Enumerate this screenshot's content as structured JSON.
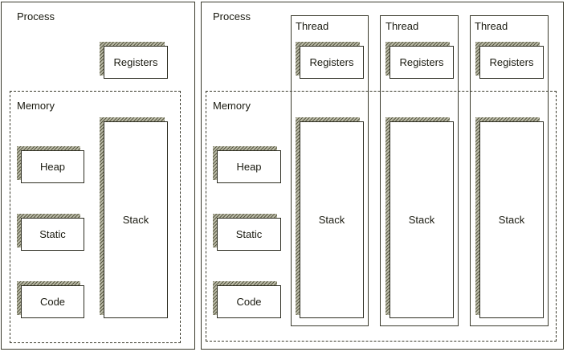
{
  "left": {
    "process_label": "Process",
    "registers": "Registers",
    "memory_label": "Memory",
    "heap": "Heap",
    "static": "Static",
    "code": "Code",
    "stack": "Stack"
  },
  "right": {
    "process_label": "Process",
    "memory_label": "Memory",
    "heap": "Heap",
    "static": "Static",
    "code": "Code",
    "threads": [
      {
        "label": "Thread",
        "registers": "Registers",
        "stack": "Stack"
      },
      {
        "label": "Thread",
        "registers": "Registers",
        "stack": "Stack"
      },
      {
        "label": "Thread",
        "registers": "Registers",
        "stack": "Stack"
      }
    ]
  }
}
